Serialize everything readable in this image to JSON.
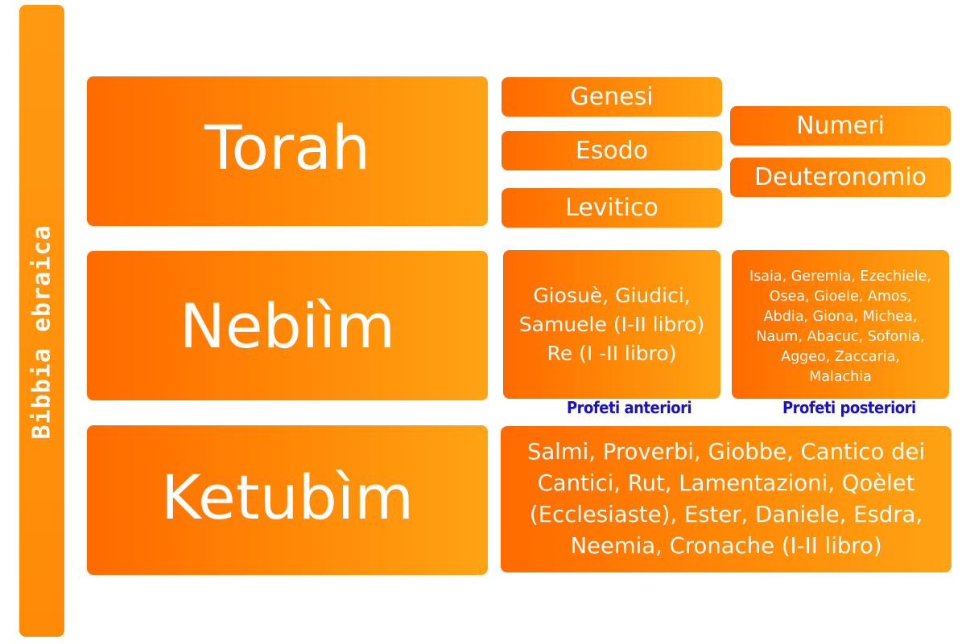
{
  "spine": {
    "label": "Bibbia ebraica"
  },
  "sections": {
    "torah": {
      "title": "Torah",
      "books": [
        "Genesi",
        "Esodo",
        "Levitico",
        "Numeri",
        "Deuteronomio"
      ]
    },
    "nebiim": {
      "title": "Nebiìm",
      "anteriori": {
        "lines": [
          "Giosuè, Giudici,",
          "Samuele (I-II libro)",
          "Re (I -II libro)"
        ],
        "caption": "Profeti anteriori"
      },
      "posteriori": {
        "lines": [
          "Isaia, Geremia, Ezechiele,",
          "Osea, Gioele, Amos,",
          "Abdia, Giona, Michea,",
          "Naum, Abacuc, Sofonia,",
          "Aggeo, Zaccaria,",
          "Malachia"
        ],
        "caption": "Profeti posteriori"
      }
    },
    "ketubim": {
      "title": "Ketubìm",
      "lines": [
        "Salmi, Proverbi, Giobbe, Cantico dei",
        "Cantici, Rut, Lamentazioni, Qoèlet",
        "(Ecclesiaste), Ester, Daniele, Esdra,",
        "Neemia, Cronache (I-II libro)"
      ]
    }
  },
  "colors": {
    "box_start": "#ff6a00",
    "box_end": "#ffa314",
    "caption": "#1a10cc",
    "text": "#ffffff"
  }
}
